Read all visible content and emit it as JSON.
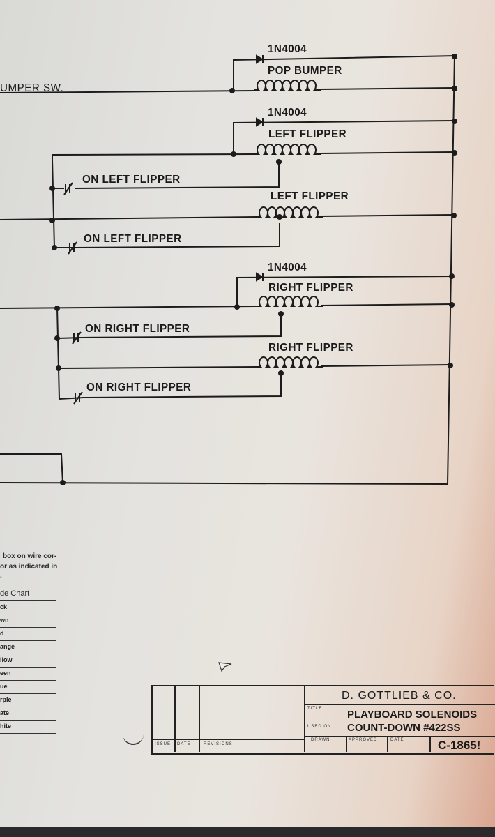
{
  "schematic": {
    "bumper_switch_label": "UMPER SW.",
    "diodes": [
      "1N4004",
      "1N4004",
      "1N4004"
    ],
    "coils": [
      "POP BUMPER",
      "LEFT FLIPPER",
      "LEFT FLIPPER",
      "RIGHT FLIPPER",
      "RIGHT FLIPPER"
    ],
    "switches": [
      "ON LEFT FLIPPER",
      "ON LEFT FLIPPER",
      "ON RIGHT FLIPPER",
      "ON RIGHT FLIPPER"
    ]
  },
  "notes": {
    "line1": "box on wire cor-",
    "line2": "or as indicated in",
    "line3": "."
  },
  "color_chart": {
    "title": "de Chart",
    "rows": [
      "ck",
      "wn",
      "d",
      "ange",
      "llow",
      "een",
      "ue",
      "rple",
      "ate",
      "hite"
    ]
  },
  "title_block": {
    "company": "D. GOTTLIEB & CO.",
    "title_label": "TITLE",
    "title": "PLAYBOARD SOLENOIDS",
    "used_on_label": "USED ON",
    "used_on": "COUNT-DOWN #422SS",
    "drawn_label": "DRAWN",
    "approved_label": "APPROVED",
    "date_label": "DATE",
    "drawing_number": "C-1865!",
    "rev_cols": [
      "ISSUE",
      "DATE",
      "REVISIONS"
    ]
  }
}
